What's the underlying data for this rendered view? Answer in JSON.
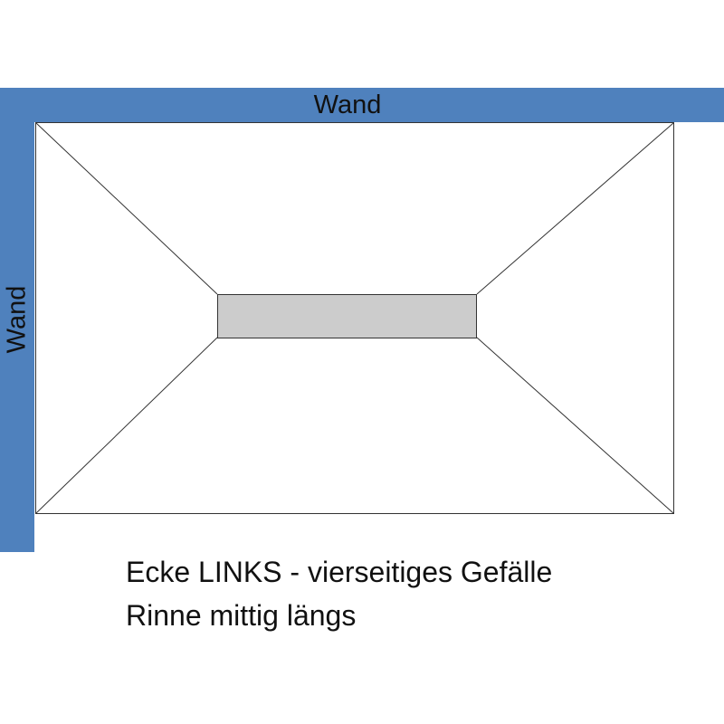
{
  "walls": {
    "top_label": "Wand",
    "left_label": "Wand",
    "color": "#4F81BD"
  },
  "floor": {
    "drain_fill": "#CCCCCC",
    "line_color": "#333333"
  },
  "caption": {
    "line1": "Ecke LINKS - vierseitiges Gefälle",
    "line2": "Rinne mittig längs"
  }
}
